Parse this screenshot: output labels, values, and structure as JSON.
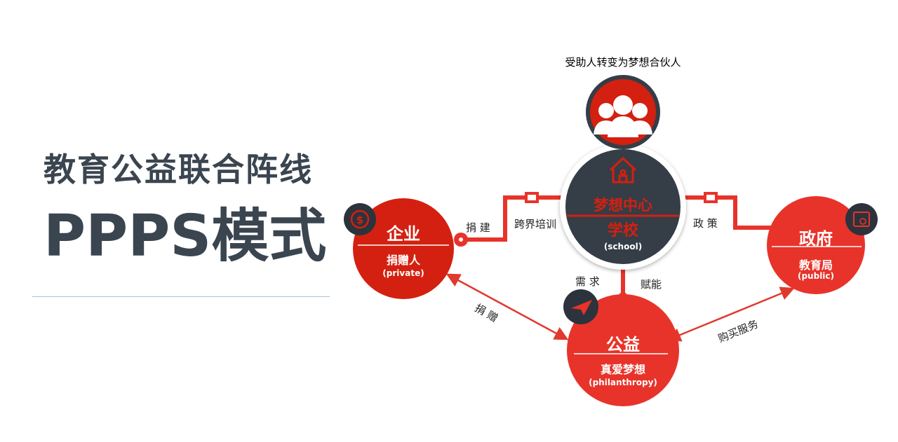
{
  "title": {
    "line1": "教育公益联合阵线",
    "line2": "PPPS模式"
  },
  "caption": "受助人转变为梦想合伙人",
  "school": {
    "line1": "梦想中心",
    "line2": "学校",
    "en": "(school)"
  },
  "enterprise": {
    "title": "企业",
    "sub": "捐赠人",
    "en": "(private)"
  },
  "government": {
    "title": "政府",
    "sub": "教育局",
    "en": "(public)"
  },
  "charity": {
    "title": "公益",
    "sub": "真爱梦想",
    "en": "(philanthropy)"
  },
  "links": {
    "build": "捐 建",
    "training": "跨界培训",
    "policy": "政 策",
    "demand": "需 求",
    "empower": "赋能",
    "donate": "捐 赠",
    "purchase": "购买服务"
  },
  "colors": {
    "red": "#d42010",
    "red2": "#e8332a",
    "dark": "#353d47"
  }
}
